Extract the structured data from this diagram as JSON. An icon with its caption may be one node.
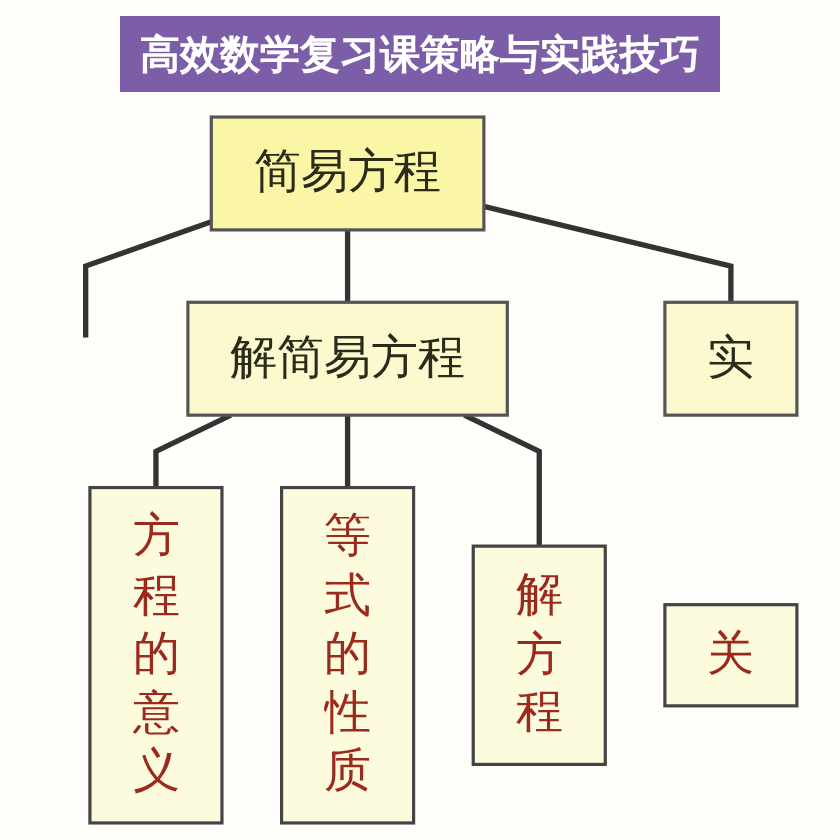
{
  "diagram": {
    "title": "高效数学复习课策略与实践技巧",
    "nodes": [
      {
        "text": [
          "简易方程"
        ]
      },
      {
        "text": [
          "解简易方程"
        ]
      },
      {
        "text": [
          "实"
        ]
      },
      {
        "text": [
          "方程的意义"
        ]
      },
      {
        "text": [
          "等式的性质"
        ]
      },
      {
        "text": [
          "解方程"
        ]
      },
      {
        "text": [
          "关"
        ]
      }
    ],
    "edges": [
      {
        "from": 0,
        "to": null,
        "arrow": "none"
      },
      {
        "from": 0,
        "to": 1,
        "arrow": "none"
      },
      {
        "from": 0,
        "to": 2,
        "arrow": "none"
      },
      {
        "from": 1,
        "to": 3,
        "arrow": "none"
      },
      {
        "from": 1,
        "to": 4,
        "arrow": "none"
      },
      {
        "from": 1,
        "to": 5,
        "arrow": "none"
      }
    ]
  }
}
